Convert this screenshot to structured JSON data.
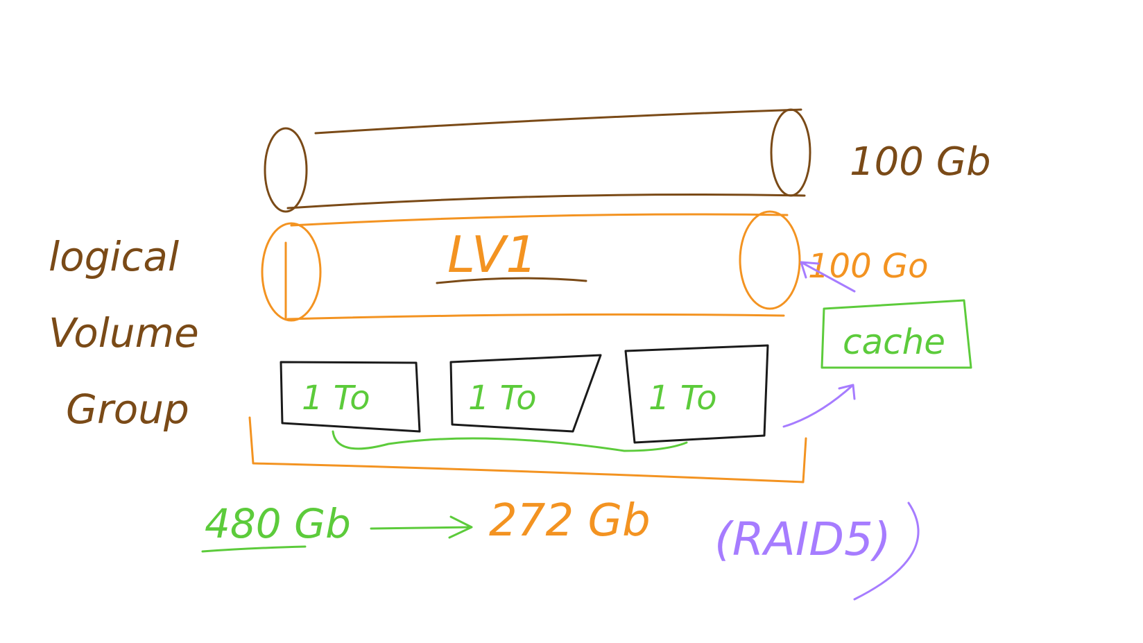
{
  "colors": {
    "brown": "#7a4a17",
    "orange": "#f39321",
    "green": "#5ccb3b",
    "black": "#1a1a1a",
    "purple": "#a67cff"
  },
  "labels": {
    "lv_size_top": "100 Gb",
    "lv_name": "LV1",
    "lv_size_orange": "100 Go",
    "cache": "cache",
    "vg_line1": "logical",
    "vg_line2": "Volume",
    "vg_line3": "Group",
    "disks": [
      "1 To",
      "1 To",
      "1 To"
    ],
    "raw_capacity": "480 Gb",
    "usable_capacity": "272 Gb",
    "raid": "(RAID5)"
  }
}
